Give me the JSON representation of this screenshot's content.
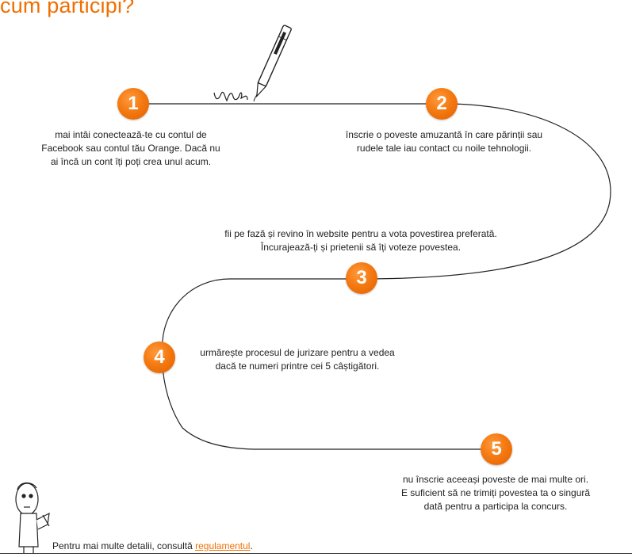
{
  "title": "cum participi?",
  "accent_color": "#f16e00",
  "steps": [
    {
      "number": "1",
      "lines": [
        "mai intâi conectează-te cu contul de",
        "Facebook sau contul tău Orange. Dacă nu",
        "ai încă un cont îți poți crea unul acum."
      ]
    },
    {
      "number": "2",
      "lines": [
        "înscrie o poveste amuzantă în care părinții sau",
        "rudele tale iau contact cu noile tehnologii."
      ]
    },
    {
      "number": "3",
      "lines": [
        "fii pe fază și revino în website pentru a vota povestirea preferată.",
        "Încurajează-ți și prietenii să îți voteze povestea."
      ]
    },
    {
      "number": "4",
      "lines": [
        "urmărește procesul de jurizare pentru a vedea",
        "dacă te numeri printre cei 5 câștigători."
      ]
    },
    {
      "number": "5",
      "lines": [
        "nu înscrie aceeași poveste de mai multe ori.",
        "E suficient să ne trimiți povestea ta o singură",
        "dată pentru a participa la concurs."
      ]
    }
  ],
  "footer": {
    "text": "Pentru mai multe detalii, consultă ",
    "link_label": "regulamentul",
    "suffix": "."
  },
  "icons": [
    "pen-icon",
    "character-illustration-icon"
  ]
}
